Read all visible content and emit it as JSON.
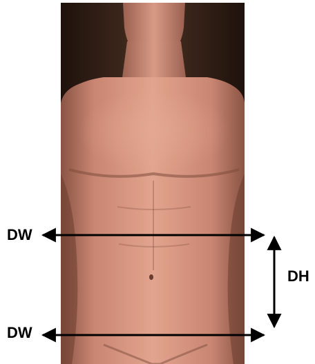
{
  "labels": {
    "width_top": "DW",
    "width_bottom": "DW",
    "height": "DH"
  },
  "colors": {
    "background_dark": "#3a2418",
    "skin": "#c98672",
    "skin_light": "#e3a690",
    "skin_shadow": "#7e4c3c",
    "arrow": "#000000"
  }
}
